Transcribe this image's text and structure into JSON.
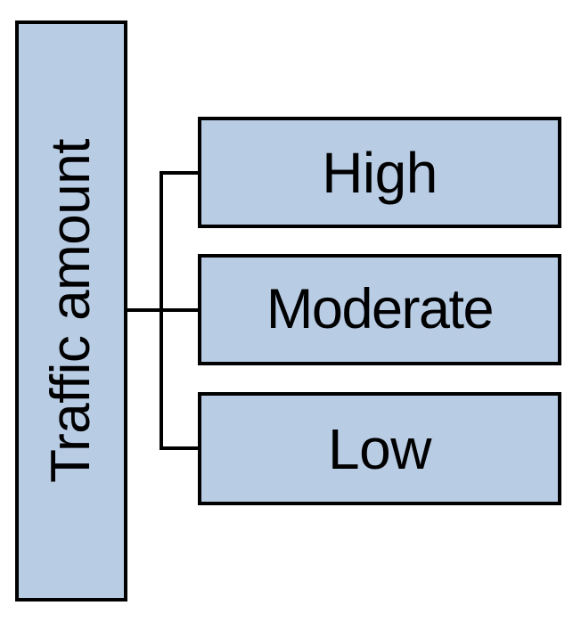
{
  "diagram": {
    "type": "hierarchy-tree",
    "orientation": "left-to-right",
    "background_color": "#ffffff",
    "node_fill_color": "#b8cce4",
    "node_border_color": "#000000",
    "connector_color": "#000000",
    "text_color": "#000000",
    "parent": {
      "label": "Traffic amount",
      "text_orientation": "vertical-rotated-90-ccw"
    },
    "children": [
      {
        "label": "High"
      },
      {
        "label": "Moderate"
      },
      {
        "label": "Low"
      }
    ]
  }
}
